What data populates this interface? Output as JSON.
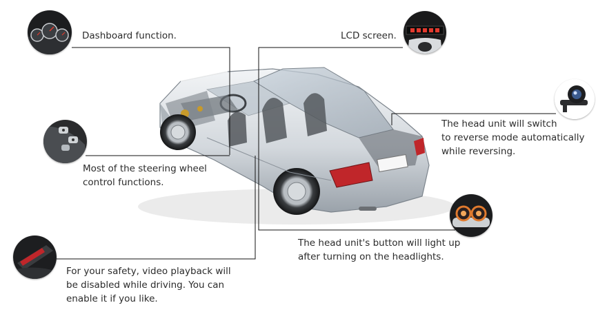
{
  "colors": {
    "line": "#111111",
    "text": "#2b2b2b",
    "tail_light": "#c0262a",
    "led": "#e23a2e"
  },
  "callouts": {
    "dashboard": {
      "icon": "dashboard-gauges-icon",
      "lines": [
        "Dashboard function."
      ]
    },
    "lcd": {
      "icon": "lcd-screen-icon",
      "lines": [
        "LCD screen."
      ]
    },
    "steering": {
      "icon": "steering-wheel-buttons-icon",
      "lines": [
        "Most of the steering wheel",
        "control functions."
      ]
    },
    "reverse": {
      "icon": "reverse-camera-icon",
      "lines": [
        "The head unit will switch",
        "to reverse mode automatically",
        "while reversing."
      ]
    },
    "headlights": {
      "icon": "headlight-icon",
      "lines": [
        "The head unit's button will light up",
        "after turning on the headlights."
      ]
    },
    "safety": {
      "icon": "handbrake-icon",
      "lines": [
        "For your safety, video playback will",
        "be disabled while driving. You can",
        "enable it if you like."
      ]
    }
  }
}
